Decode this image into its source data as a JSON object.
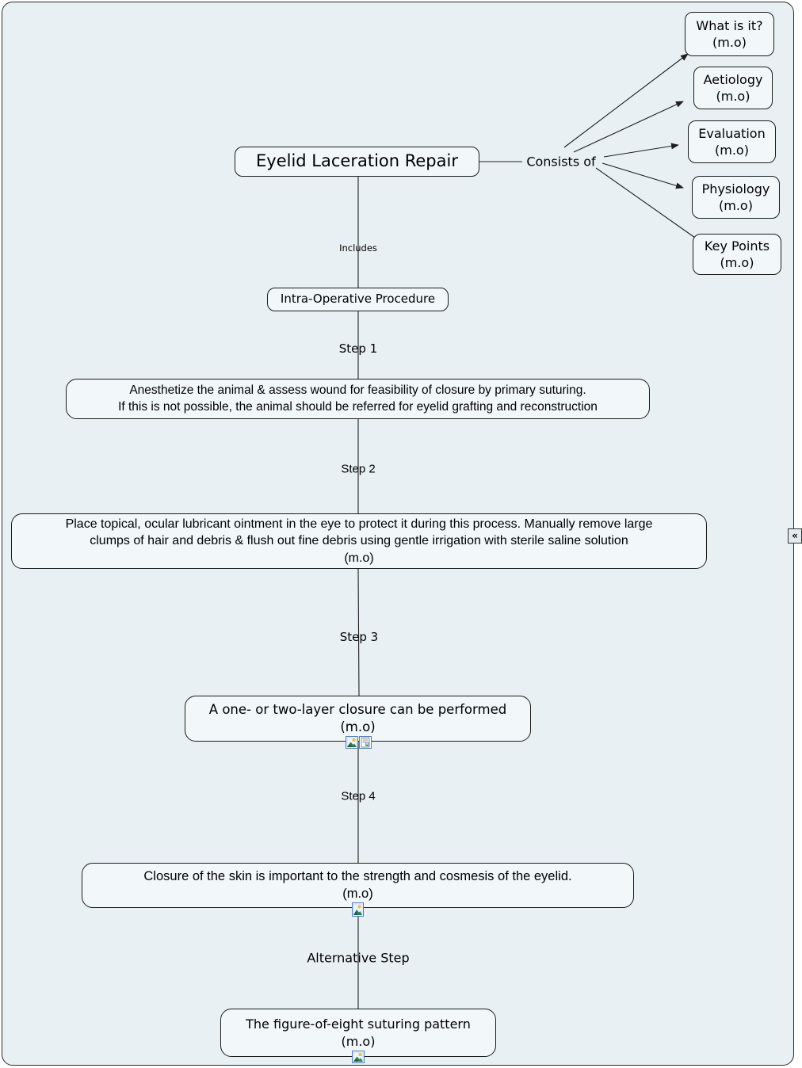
{
  "colors": {
    "canvas_bg": "#e9f0f3",
    "node_fill": "#f2f7f9",
    "node_border": "#1c1c1c",
    "line": "#1f1f1f",
    "icon_border": "#4d7ebf"
  },
  "root_node": {
    "label": "Eyelid Laceration Repair"
  },
  "links": {
    "consists_of": "Consists of",
    "includes": "Includes",
    "step1": "Step 1",
    "step2": "Step 2",
    "step3": "Step 3",
    "step4": "Step 4",
    "alternative": "Alternative Step"
  },
  "consists_nodes": [
    {
      "label": "What is it?\n(m.o)"
    },
    {
      "label": "Aetiology\n(m.o)"
    },
    {
      "label": "Evaluation\n(m.o)"
    },
    {
      "label": "Physiology\n(m.o)"
    },
    {
      "label": "Key Points\n(m.o)"
    }
  ],
  "procedure_node": {
    "label": "Intra-Operative Procedure"
  },
  "step_nodes": {
    "step1": {
      "label": "Anesthetize the animal & assess wound for feasibility of closure by primary suturing.\nIf this is not possible, the animal should be referred for eyelid grafting and reconstruction"
    },
    "step2": {
      "label": "Place topical, ocular lubricant ointment in the eye to protect it during this process. Manually remove large\nclumps of hair and debris & flush out fine debris using gentle irrigation with sterile saline solution\n(m.o)"
    },
    "step3": {
      "label": "A one- or two-layer closure can be performed\n(m.o)",
      "icons": [
        "image-icon",
        "document-icon"
      ]
    },
    "step4": {
      "label": "Closure of the skin is important to the strength and cosmesis of the eyelid.\n(m.o)",
      "icons": [
        "image-icon"
      ]
    },
    "alternative": {
      "label": "The figure-of-eight suturing pattern\n(m.o)",
      "icons": [
        "image-icon"
      ]
    }
  },
  "side_control": {
    "collapse_glyph": "«"
  }
}
